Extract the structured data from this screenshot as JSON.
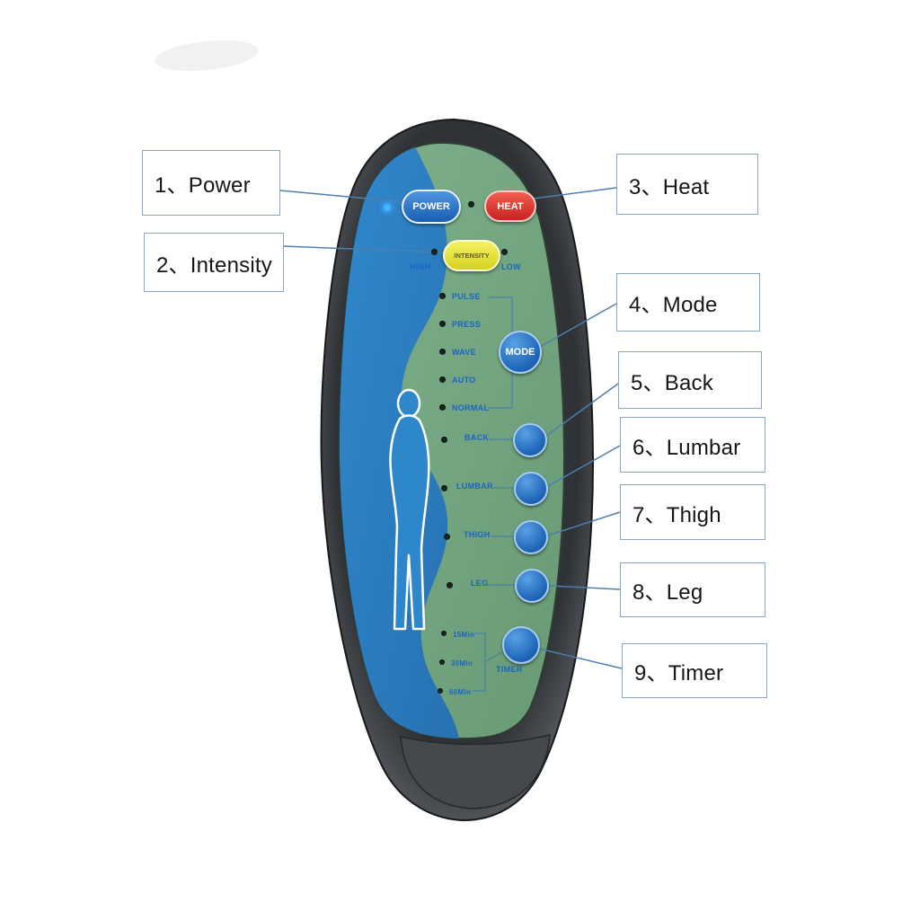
{
  "callouts": [
    {
      "label": "1、Power"
    },
    {
      "label": "2、Intensity"
    },
    {
      "label": "3、Heat"
    },
    {
      "label": "4、Mode"
    },
    {
      "label": "5、Back"
    },
    {
      "label": "6、Lumbar"
    },
    {
      "label": "7、Thigh"
    },
    {
      "label": "8、Leg"
    },
    {
      "label": "9、Timer"
    }
  ],
  "remote": {
    "power_label": "POWER",
    "heat_label": "HEAT",
    "intensity_label": "INTENSITY",
    "high_label": "HIGH",
    "low_label": "LOW",
    "mode_label": "MODE",
    "modes": [
      "PULSE",
      "PRESS",
      "WAVE",
      "AUTO",
      "NORMAL"
    ],
    "zones": [
      "BACK",
      "LUMBAR",
      "THIGH",
      "LEG"
    ],
    "timer_label": "TIMER",
    "timer_options": [
      "15Min",
      "30Min",
      "60Min"
    ],
    "colors": {
      "power_button": "#1f6cc4",
      "heat_button": "#d52b2b",
      "intensity_button": "#e6e232",
      "action_button": "#2277cc",
      "panel_green": "#74a982",
      "wave_blue": "#2e82c6",
      "label_blue": "#1c64c4",
      "body_dark": "#3a3e41"
    }
  }
}
